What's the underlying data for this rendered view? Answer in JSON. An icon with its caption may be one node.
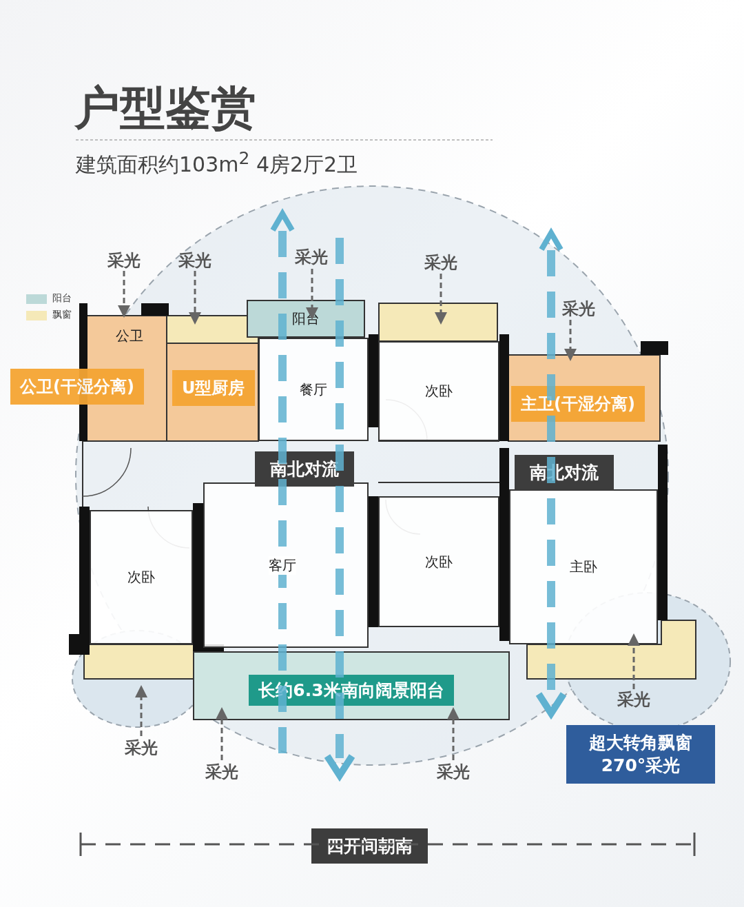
{
  "diagram": {
    "title": "户型鉴赏",
    "nodes": [
      {
        "text": [
          "阳台"
        ]
      },
      {
        "text": [
          "公卫"
        ]
      },
      {
        "text": [
          "餐厅"
        ]
      },
      {
        "text": [
          "次卧"
        ]
      },
      {
        "text": [
          "次卧"
        ]
      },
      {
        "text": [
          "客厅"
        ]
      },
      {
        "text": [
          "次卧"
        ]
      },
      {
        "text": [
          "主卧"
        ]
      },
      {
        "text": [
          "长约6.3米南向阔景阳台"
        ]
      }
    ],
    "edges": [],
    "labels": [
      "建筑面积约103m$^{2}$ 4房2厅2卫",
      "采光",
      "采光",
      "采光",
      "采光",
      "公卫(干湿分离)",
      "U型厨房",
      "主卫(干湿分离)",
      "采光",
      "南北对流",
      "南北对流",
      "采光",
      "采光",
      "采光",
      "采光",
      "超大转角飘窗 270°采光",
      "四开间朝南"
    ],
    "legend": [
      {
        "text": "阳台",
        "color": "#bcd9d8"
      },
      {
        "text": "飘窗",
        "color": "#f5e9b8"
      }
    ]
  }
}
